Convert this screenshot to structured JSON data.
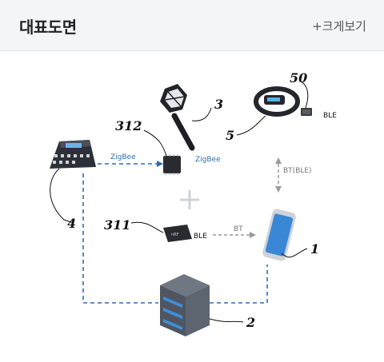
{
  "header": {
    "title": "대표도면",
    "expand_label": "+크게보기"
  },
  "figure": {
    "labels": {
      "zigbee_link": "ZigBee",
      "zigbee_device": "ZigBee",
      "ble_module": "BLE",
      "bt_link": "BT",
      "bt_ble_link": "BT(BLE)",
      "ble_tag": "BLE"
    },
    "reference_numerals": {
      "smartphone": "1",
      "server": "2",
      "light_stick": "3",
      "controller": "4",
      "wristband": "5",
      "zigbee_chip": "312",
      "ble_chip": "311",
      "ble_tag": "50"
    },
    "colors": {
      "zigbee_line": "#2a6fb5",
      "bt_line": "#9a9a9a",
      "header_bg": "#f4f5f7"
    }
  }
}
